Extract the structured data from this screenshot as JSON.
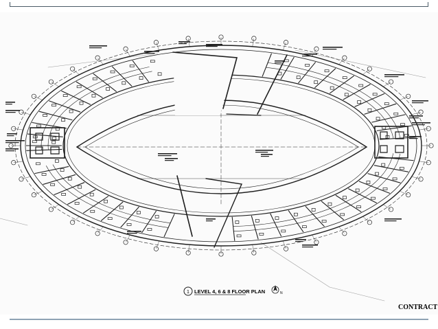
{
  "drawing": {
    "title": "LEVEL 4, 6 & 8 FLOOR PLAN",
    "title_number": "1",
    "stamp": "CONTRACT",
    "line_color": "#1e1e1e",
    "sheet_color": "#fbfbfb",
    "accent_rule_color": "#8ea3b4"
  }
}
